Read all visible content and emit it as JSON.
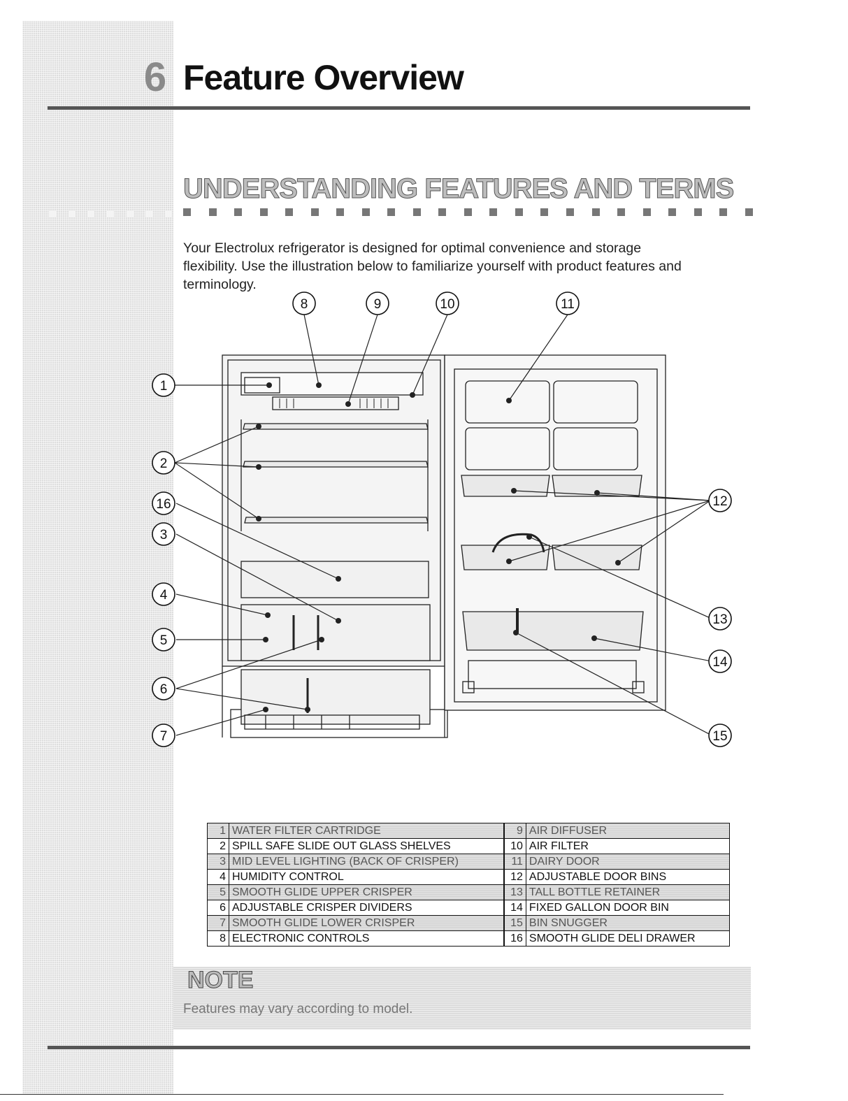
{
  "header": {
    "chapter": "6",
    "title": "Feature Overview"
  },
  "section": {
    "title": "UNDERSTANDING FEATURES AND TERMS"
  },
  "intro": {
    "lines": [
      "Your Electrolux refrigerator is designed for optimal convenience and storage",
      "flexibility. Use the illustration below to familiarize yourself with product features and",
      "terminology."
    ]
  },
  "callouts": [
    "1",
    "2",
    "16",
    "3",
    "4",
    "5",
    "6",
    "7",
    "8",
    "9",
    "10",
    "11",
    "12",
    "13",
    "14",
    "15"
  ],
  "legend": {
    "rows": [
      {
        "left_num": "1",
        "left_label": "WATER FILTER CARTRIDGE",
        "right_num": "9",
        "right_label": "AIR DIFFUSER",
        "shaded": true
      },
      {
        "left_num": "2",
        "left_label": "SPILL SAFE SLIDE OUT GLASS SHELVES",
        "right_num": "10",
        "right_label": "AIR FILTER",
        "shaded": false
      },
      {
        "left_num": "3",
        "left_label": "MID LEVEL LIGHTING (BACK OF CRISPER)",
        "right_num": "11",
        "right_label": "DAIRY DOOR",
        "shaded": true
      },
      {
        "left_num": "4",
        "left_label": "HUMIDITY CONTROL",
        "right_num": "12",
        "right_label": "ADJUSTABLE DOOR BINS",
        "shaded": false
      },
      {
        "left_num": "5",
        "left_label": "SMOOTH GLIDE UPPER CRISPER",
        "right_num": "13",
        "right_label": "TALL BOTTLE RETAINER",
        "shaded": true
      },
      {
        "left_num": "6",
        "left_label": "ADJUSTABLE CRISPER DIVIDERS",
        "right_num": "14",
        "right_label": "FIXED GALLON DOOR BIN",
        "shaded": false
      },
      {
        "left_num": "7",
        "left_label": "SMOOTH GLIDE LOWER CRISPER",
        "right_num": "15",
        "right_label": "BIN SNUGGER",
        "shaded": true
      },
      {
        "left_num": "8",
        "left_label": "ELECTRONIC CONTROLS",
        "right_num": "16",
        "right_label": "SMOOTH GLIDE DELI DRAWER",
        "shaded": false
      }
    ]
  },
  "note": {
    "title": "NOTE",
    "text": "Features may vary according to model."
  }
}
